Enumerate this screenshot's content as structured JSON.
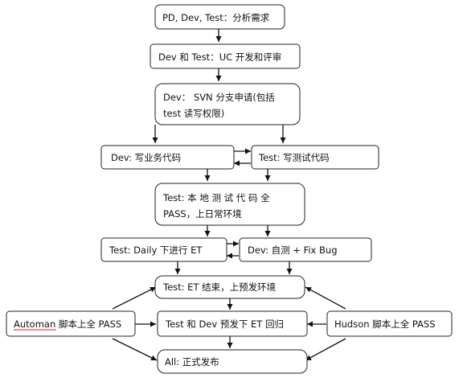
{
  "diagram": {
    "nodes": {
      "analyze": "PD, Dev, Test：分析需求",
      "uc_review": "Dev 和 Test：UC 开发和评审",
      "svn_line1": "Dev：  SVN  分支申请(包括",
      "svn_line2": "test 读写权限)",
      "dev_code": "Dev:  写业务代码",
      "test_code": "Test:  写测试代码",
      "local_line1": "Test:   本 地 测 试 代 码 全",
      "local_line2": "PASS，上日常环境",
      "daily_et": "Test: Daily 下进行 ET",
      "self_test": "Dev:  自测   + Fix Bug",
      "et_done": "Test: ET  结束，上预发环境",
      "automan": "Automan 脚本上全 PASS",
      "regression": "Test 和 Dev 预发下 ET 回归",
      "hudson": "Hudson 脚本上全 PASS",
      "release": "All:  正式发布"
    }
  }
}
